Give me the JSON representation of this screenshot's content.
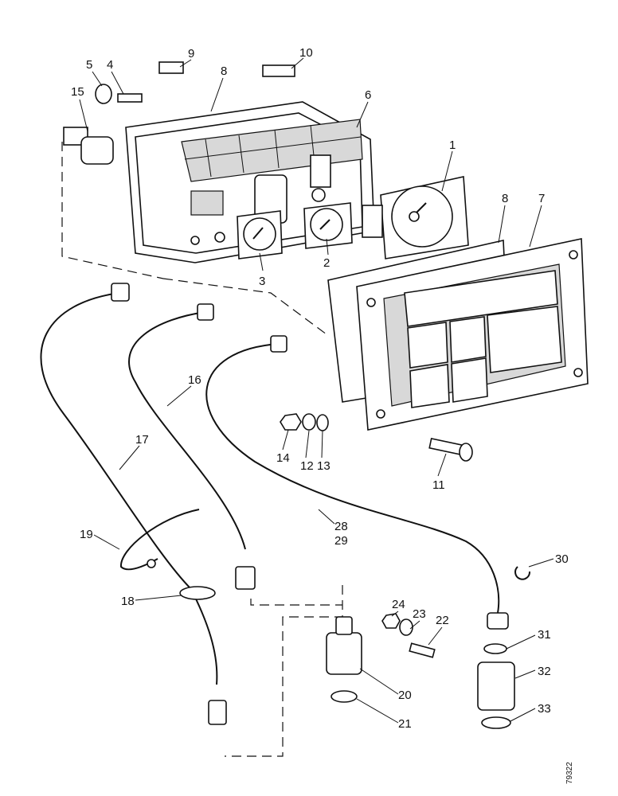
{
  "diagram": {
    "callouts": [
      "1",
      "2",
      "3",
      "4",
      "5",
      "6",
      "7",
      "8",
      "8",
      "9",
      "10",
      "11",
      "12",
      "13",
      "14",
      "15",
      "16",
      "17",
      "18",
      "19",
      "20",
      "21",
      "22",
      "23",
      "24",
      "28",
      "29",
      "30",
      "31",
      "32",
      "33"
    ],
    "reference_number": "79322"
  }
}
